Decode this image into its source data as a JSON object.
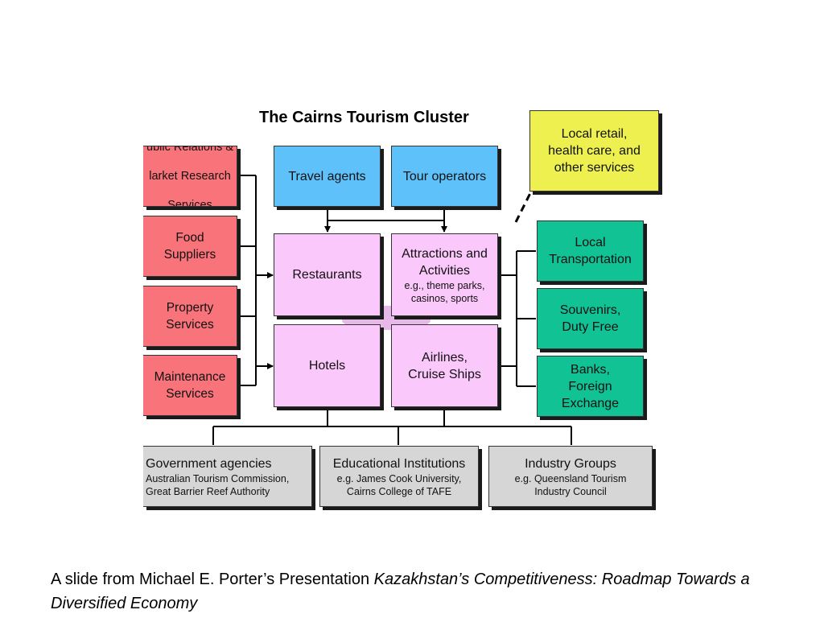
{
  "title": "The Cairns Tourism Cluster",
  "boxes": {
    "pr": [
      "ublic Relations &",
      "larket Research",
      "Services"
    ],
    "food": "Food\nSuppliers",
    "property": "Property\nServices",
    "maintenance": "Maintenance\nServices",
    "travel_agents": "Travel agents",
    "tour_operators": "Tour operators",
    "restaurants": "Restaurants",
    "attractions": {
      "main": "Attractions and\nActivities",
      "sub": "e.g., theme parks,\ncasinos, sports"
    },
    "hotels": "Hotels",
    "airlines": "Airlines,\nCruise Ships",
    "local_retail": "Local retail,\nhealth care, and\nother services",
    "local_transport": "Local\nTransportation",
    "souvenirs": "Souvenirs,\nDuty Free",
    "banks": "Banks,\nForeign\nExchange",
    "government": {
      "main": "Government agencies",
      "sub": "Australian Tourism Commission,\nGreat Barrier Reef Authority"
    },
    "education": {
      "main": "Educational Institutions",
      "sub": "e.g. James Cook University,\nCairns College of TAFE"
    },
    "industry": {
      "main": "Industry Groups",
      "sub": "e.g. Queensland Tourism\nIndustry Council"
    }
  },
  "colors": {
    "support": "#f9737b",
    "travel": "#5ec1f9",
    "core": "#fbc8fb",
    "local": "#10c294",
    "retail": "#eef04f",
    "institutions": "#d6d6d6"
  },
  "caption": {
    "prefix": "A slide from Michael E. Porter’s Presentation ",
    "italic": "Kazakhstan’s Competitiveness: Roadmap Towards a Diversified Economy"
  }
}
